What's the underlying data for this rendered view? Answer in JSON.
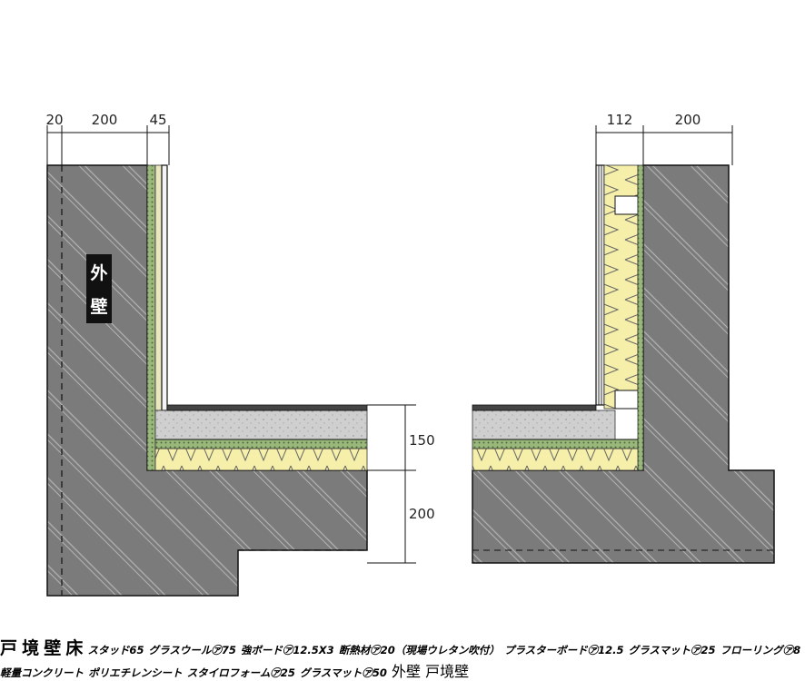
{
  "dimensions": {
    "top_left": [
      "20",
      "200",
      "45"
    ],
    "top_right": [
      "112",
      "200"
    ],
    "floor_vertical": [
      "150",
      "200"
    ]
  },
  "labels": {
    "stud": "スタッド65",
    "glasswool": "グラスウール㋐75",
    "board_double": "強ボード㋐12.5X3",
    "insulation": "断熱材㋐20（現場ウレタン吹付）",
    "plasterboard": "プラスターボード㋐12.5",
    "glassmat_wall": "グラスマット㋐25",
    "flooring": "フローリング㋐8",
    "concrete": "軽量コンクリート",
    "poly_sheet": "ポリエチレンシート",
    "styrofoam": "スタイロフォーム㋐25",
    "glassmat_floor": "グラスマット㋐50"
  },
  "zones": {
    "outer_wall": "外壁",
    "party_wall": "戸境壁",
    "floor": "床"
  },
  "colors": {
    "concrete": "#7c7c7c",
    "concrete_light": "#cfcfcf",
    "insulation": "#f5efaa",
    "mat_green": "#9ab87c",
    "label_blue": "#1a3d8f",
    "leader_blue": "#4f6fa8"
  }
}
